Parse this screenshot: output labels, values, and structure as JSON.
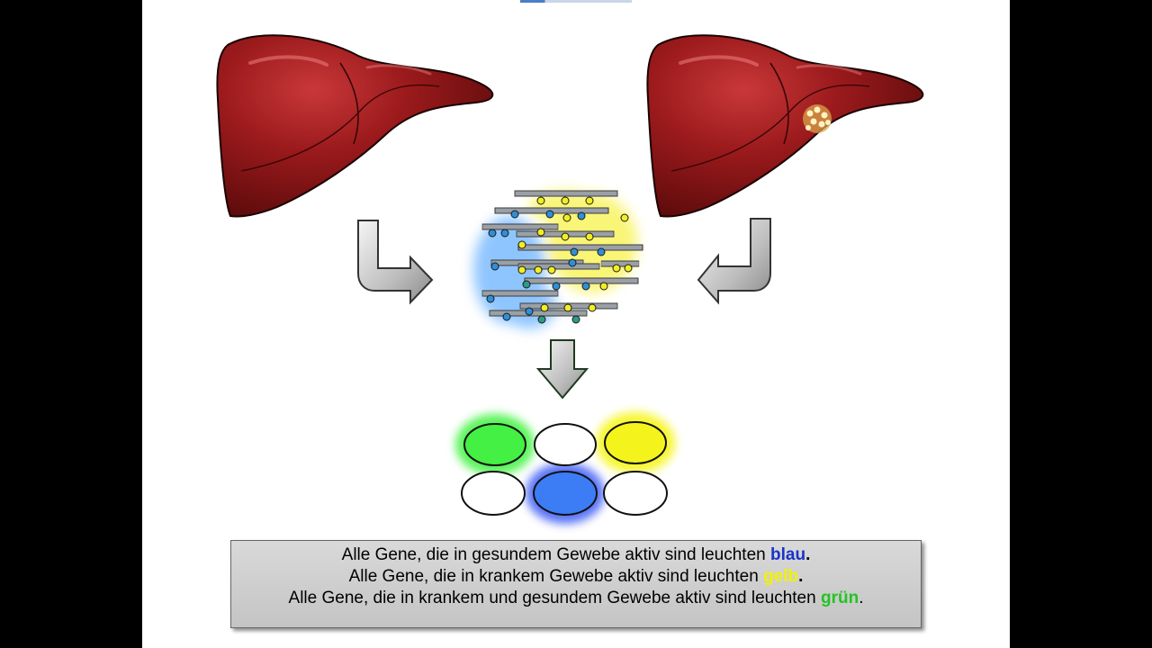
{
  "caption": {
    "line1": {
      "text": "Alle Gene, die in gesundem Gewebe aktiv sind leuchten ",
      "keyword": "blau",
      "end": "."
    },
    "line2": {
      "text": "Alle Gene, die in krankem Gewebe aktiv sind leuchten ",
      "keyword": "gelb",
      "end": "."
    },
    "line3": {
      "text": "Alle Gene, die in krankem und gesundem Gewebe aktiv sind leuchten ",
      "keyword": "grün",
      "end": "."
    }
  },
  "colors": {
    "healthy": "#1a33c8",
    "diseased": "#f2f200",
    "both": "#22c422",
    "liver": "#8e1515",
    "array_green": "#3df23d",
    "array_yellow": "#f5f50f",
    "array_blue": "#3c7cf5"
  },
  "icons": {
    "healthy_liver": "liver-healthy-icon",
    "diseased_liver": "liver-tumor-icon",
    "mixed_dna": "dna-strands-icon",
    "microarray": "microarray-spots-icon"
  }
}
